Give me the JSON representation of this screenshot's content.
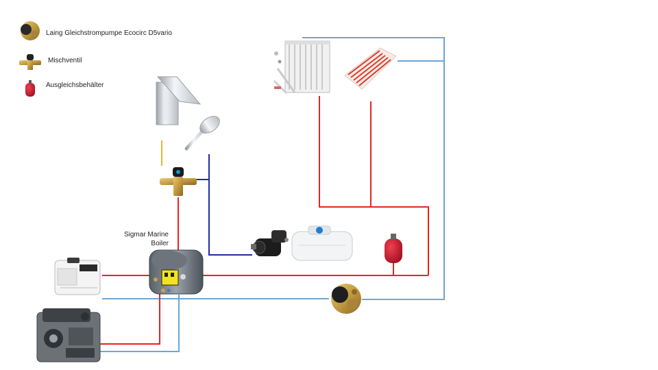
{
  "legend": {
    "pump": "Laing Gleichstrompumpe Ecocirc D5vario",
    "mixer": "Mischventil",
    "tank": "Ausgleichsbehälter"
  },
  "boiler": {
    "line1": "Sigmar Marine",
    "line2": "Boiler"
  },
  "colors": {
    "hot": "#e52421",
    "cold_return": "#6aa6d6",
    "cold_water": "#1f2c9b",
    "mixed": "#f0b030",
    "brass": "#c9a24a",
    "tank_red": "#c8102e"
  }
}
